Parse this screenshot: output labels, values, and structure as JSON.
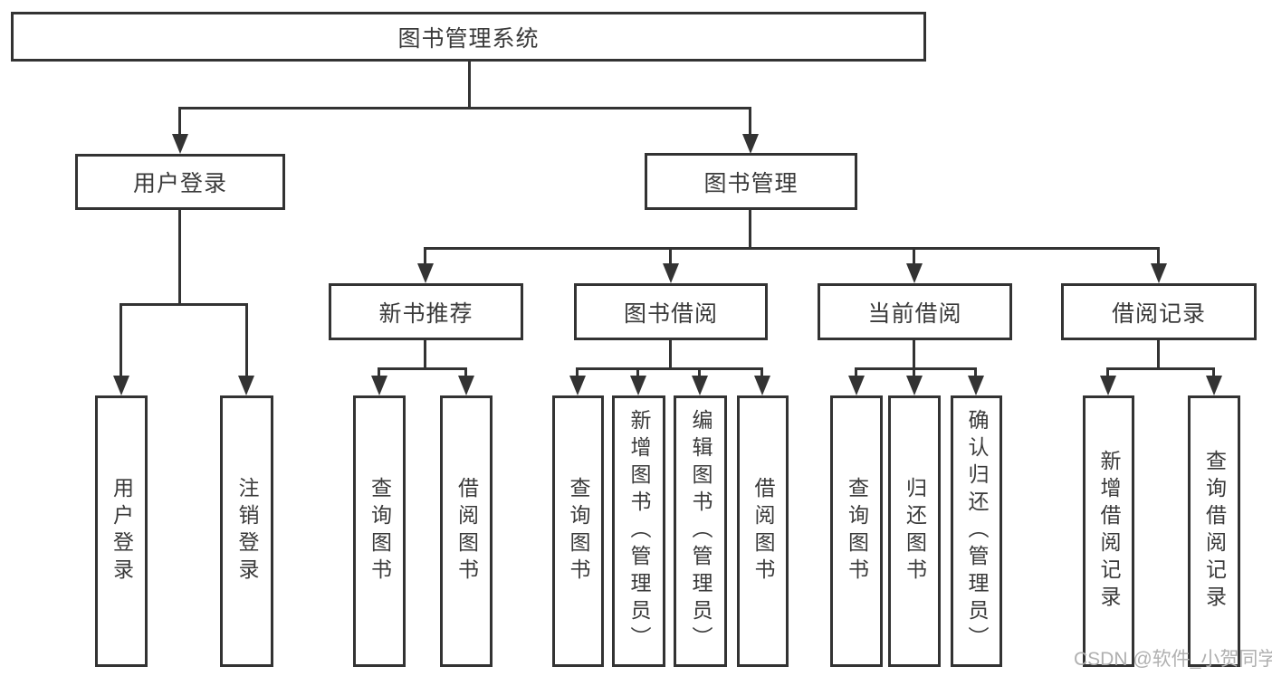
{
  "diagram": {
    "root": {
      "label": "图书管理系统"
    },
    "level2": [
      {
        "label": "用户登录"
      },
      {
        "label": "图书管理"
      }
    ],
    "level3": [
      {
        "label": "新书推荐"
      },
      {
        "label": "图书借阅"
      },
      {
        "label": "当前借阅"
      },
      {
        "label": "借阅记录"
      }
    ],
    "leaves": {
      "user_login": [
        "用户登录",
        "注销登录"
      ],
      "new_book": [
        "查询图书",
        "借阅图书"
      ],
      "book_borrow": [
        "查询图书",
        "新增图书（管理员）",
        "编辑图书（管理员）",
        "借阅图书"
      ],
      "current_borrow": [
        "查询图书",
        "归还图书",
        "确认归还（管理员）"
      ],
      "borrow_records": [
        "新增借阅记录",
        "查询借阅记录"
      ]
    }
  },
  "watermark": {
    "text": "CSDN @软件_小贺同学"
  },
  "colors": {
    "line": "#333333",
    "text": "#3a3a3a",
    "watermark": "#b0b0b0",
    "background": "#ffffff"
  }
}
